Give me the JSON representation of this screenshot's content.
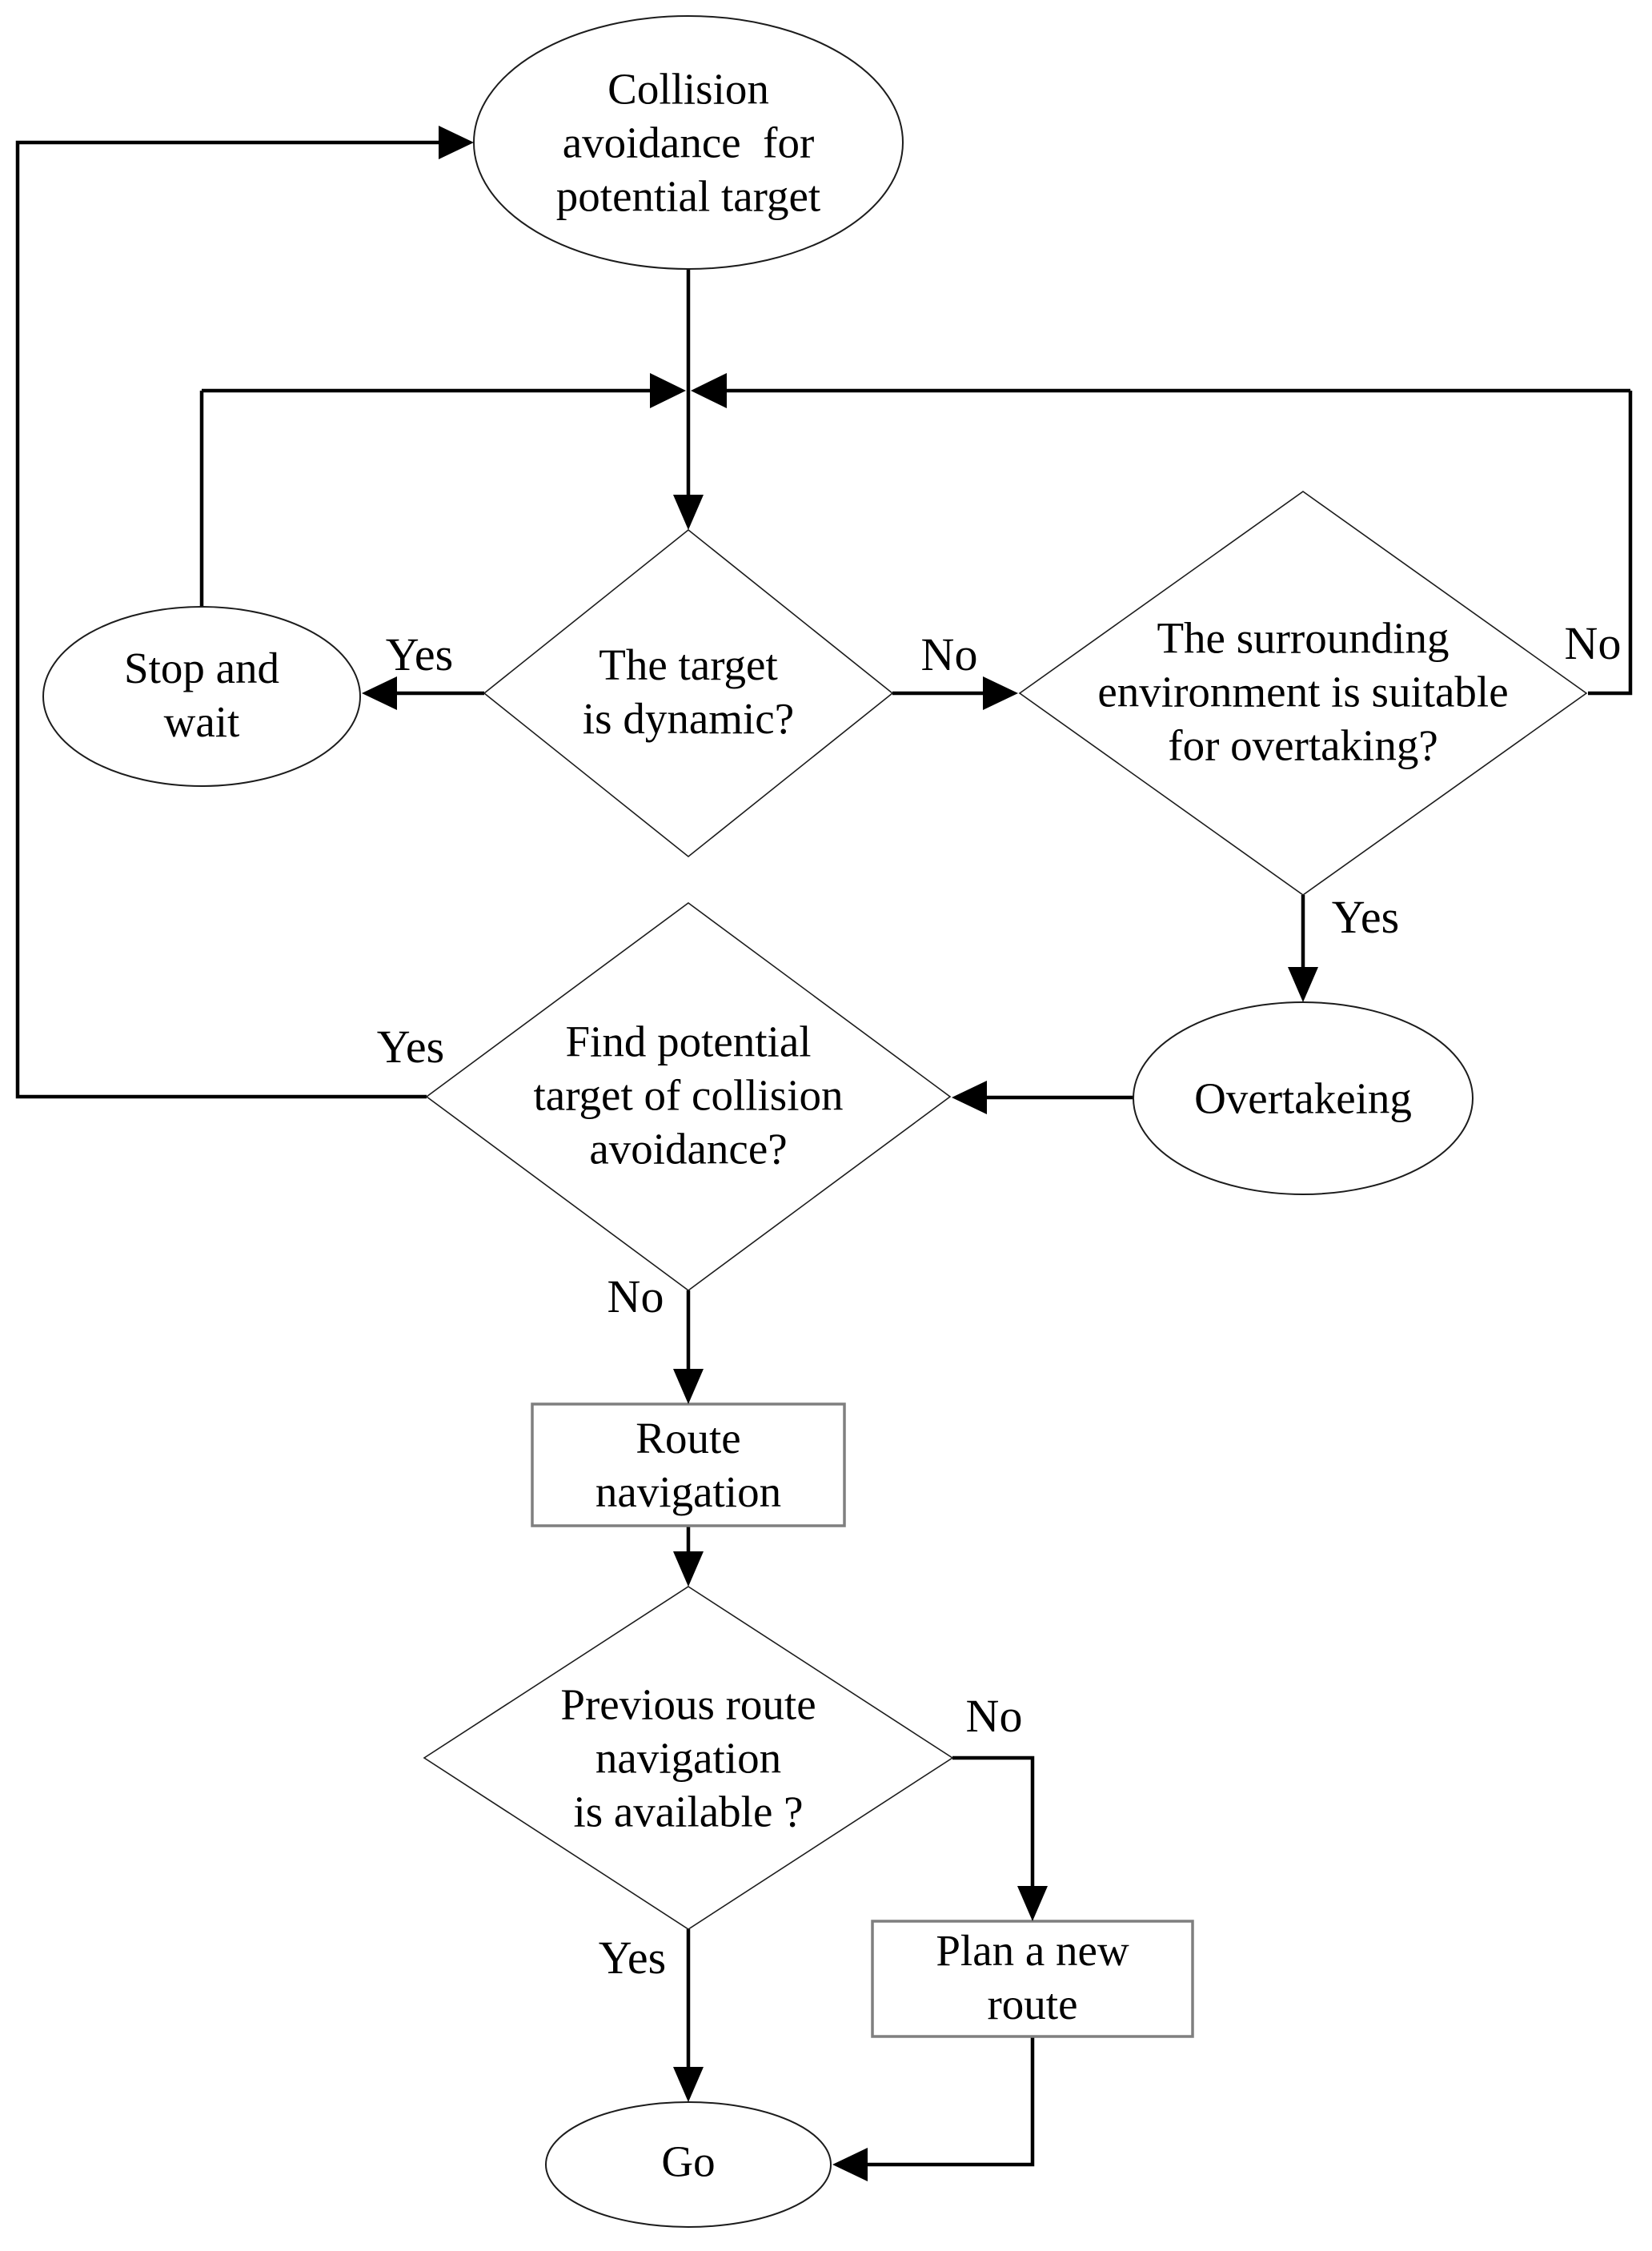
{
  "figure": {
    "type": "flowchart",
    "nodes": {
      "start": {
        "shape": "ellipse",
        "label": "Collision\navoidance  for\npotential target"
      },
      "stop_wait": {
        "shape": "ellipse",
        "label": "Stop and\nwait"
      },
      "target_dynamic": {
        "shape": "diamond",
        "label": "The target\nis dynamic?"
      },
      "env_suitable": {
        "shape": "diamond",
        "label": "The surrounding\nenvironment is suitable\nfor overtaking?"
      },
      "overtaking": {
        "shape": "ellipse",
        "label": "Overtakeing"
      },
      "find_target": {
        "shape": "diamond",
        "label": "Find potential\ntarget of collision\navoidance?"
      },
      "route_nav": {
        "shape": "rect",
        "label": "Route\nnavigation"
      },
      "prev_route": {
        "shape": "diamond",
        "label": "Previous route\nnavigation\nis available ?"
      },
      "plan_route": {
        "shape": "rect",
        "label": "Plan a new\nroute"
      },
      "go": {
        "shape": "ellipse",
        "label": "Go"
      }
    },
    "edge_labels": {
      "dynamic_yes": "Yes",
      "dynamic_no": "No",
      "env_no": "No",
      "env_yes": "Yes",
      "find_yes": "Yes",
      "find_no": "No",
      "prev_no": "No",
      "prev_yes": "Yes"
    },
    "colors": {
      "background": "#ffffff",
      "flow_line": "#000000",
      "shape_outline": "#1c1c1c",
      "rect_outline": "#7f7f7f",
      "text": "#000000"
    }
  }
}
